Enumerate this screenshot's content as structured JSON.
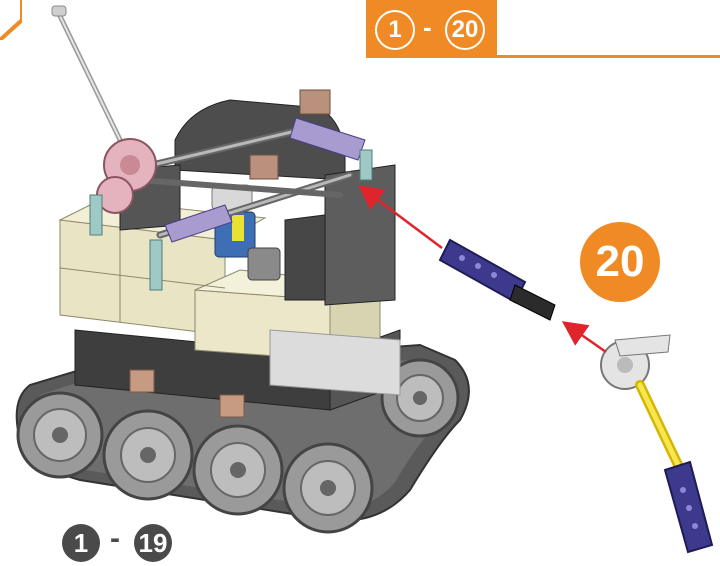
{
  "header_range": {
    "from": "1",
    "separator": "-",
    "to": "20"
  },
  "step": {
    "number": "20"
  },
  "previous_range": {
    "from": "1",
    "separator": "-",
    "to": "19"
  },
  "colors": {
    "accent_orange": "#f08a24",
    "dark_badge": "#4a4a4a",
    "arrow_red": "#e0242b"
  },
  "illustration": {
    "model": "tracked-vehicle-assembly",
    "parts_added": [
      "purple-connector-rod",
      "gray-bent-connector",
      "yellow-rod"
    ]
  }
}
